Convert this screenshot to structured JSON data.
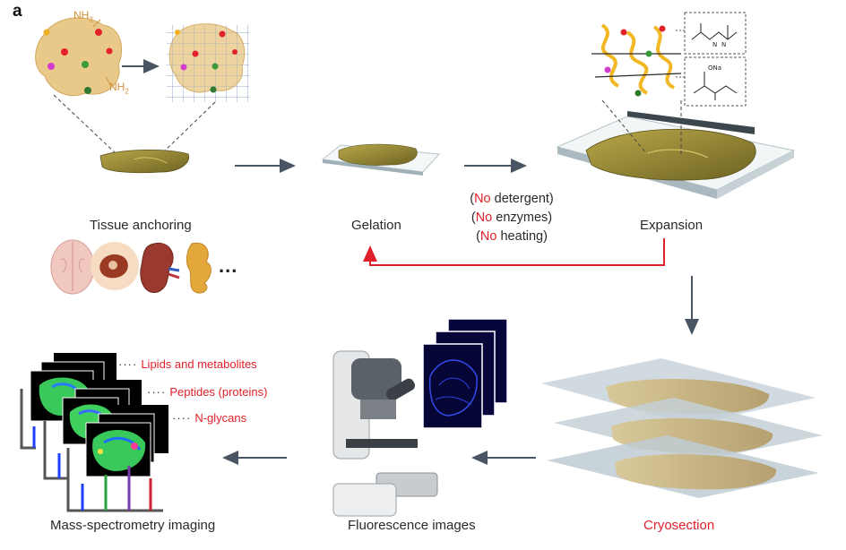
{
  "panel_label": "a",
  "steps": {
    "tissue_anchoring": "Tissue anchoring",
    "gelation": "Gelation",
    "expansion": "Expansion",
    "cryosection": "Cryosection",
    "fluorescence": "Fluorescence images",
    "msi": "Mass-spectrometry imaging"
  },
  "chem": {
    "nh2_a": "NH",
    "nh2_b": "NH",
    "sub": "2",
    "ona": "ONa"
  },
  "conditions": [
    {
      "neg": "No",
      "rest": " detergent)"
    },
    {
      "neg": "No",
      "rest": " enzymes)"
    },
    {
      "neg": "No",
      "rest": " heating)"
    }
  ],
  "cond_open": "(",
  "msi_labels": [
    "Lipids and metabolites",
    "Peptides (proteins)",
    "N-glycans"
  ],
  "ellipsis": "...",
  "colors": {
    "red": "#e0202a",
    "arrow": "#4a5563",
    "tissue": "#8a7d2e",
    "gel": "#cfd8dc"
  }
}
